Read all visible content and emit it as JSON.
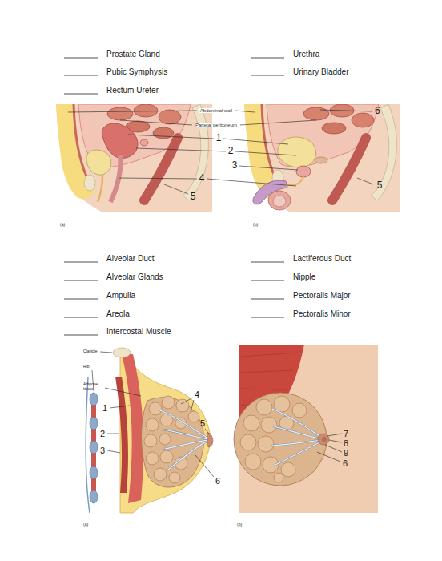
{
  "diagram": {
    "labels": [
      "Prostate Gland",
      "Urethra",
      "Pubic Symphysis",
      "Urinary Bladder",
      "Rectum Ureter",
      "Abdominal wall",
      "6",
      "Parietal peritoneum",
      "1",
      "2",
      "3",
      "4",
      "5",
      "5",
      "(a)",
      "(b)",
      "Alveolar Duct",
      "Lactiferous Duct",
      "Alveolar Glands",
      "Nipple",
      "Ampulla",
      "Pectoralis Major",
      "Areola",
      "Pectoralis Minor",
      "Intercostal Muscle",
      "Clavicle",
      "Rib",
      "Adipose tissue",
      "4",
      "1",
      "5",
      "2",
      "3",
      "6",
      "7",
      "8",
      "9",
      "6",
      "(a)",
      "(b)"
    ]
  }
}
